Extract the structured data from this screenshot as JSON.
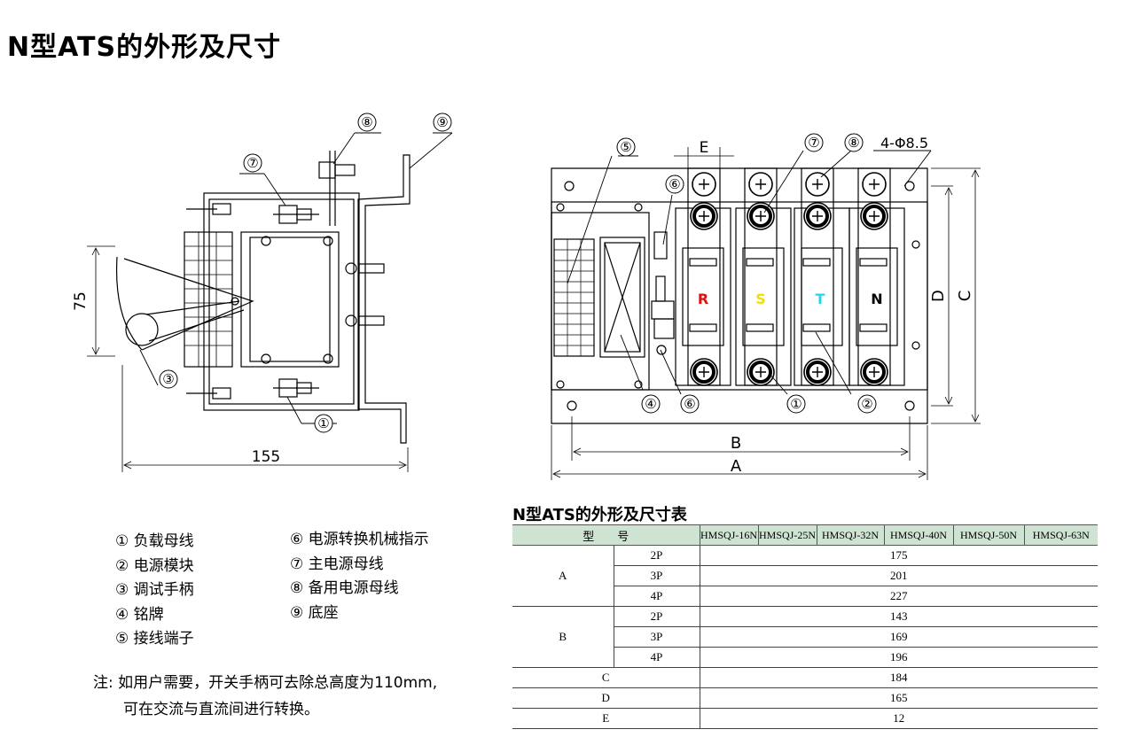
{
  "page_title": "N型ATS的外形及尺寸",
  "side_view": {
    "callouts": [
      "⑧",
      "⑨",
      "⑦",
      "③",
      "①"
    ],
    "dim_height": "75",
    "dim_width": "155"
  },
  "front_view": {
    "callouts_top": [
      "⑤",
      "⑦",
      "⑧",
      "⑥"
    ],
    "hole_label": "4-Φ8.5",
    "dim_e": "E",
    "dim_d": "D",
    "dim_c": "C",
    "dim_b": "B",
    "dim_a": "A",
    "poles": [
      {
        "label": "R",
        "color": "#e01010"
      },
      {
        "label": "S",
        "color": "#f0e000"
      },
      {
        "label": "T",
        "color": "#20d8f0"
      },
      {
        "label": "N",
        "color": "#000000"
      }
    ],
    "callouts_bottom": [
      "④",
      "⑥",
      "①",
      "②"
    ]
  },
  "legend": {
    "col1": [
      "① 负载母线",
      "② 电源模块",
      "③ 调试手柄",
      "④ 铭牌",
      "⑤ 接线端子"
    ],
    "col2": [
      "⑥ 电源转换机械指示",
      "⑦ 主电源母线",
      "⑧ 备用电源母线",
      "⑨ 底座"
    ]
  },
  "note": {
    "line1": "注: 如用户需要，开关手柄可去除总高度为110mm,",
    "line2": "可在交流与直流间进行转换。"
  },
  "table": {
    "title": "N型ATS的外形及尺寸表",
    "header_label": "型　　号",
    "models": [
      "HMSQJ-16N",
      "HMSQJ-25N",
      "HMSQJ-32N",
      "HMSQJ-40N",
      "HMSQJ-50N",
      "HMSQJ-63N"
    ],
    "rows": [
      {
        "group": "A",
        "sub": "2P",
        "value": "175"
      },
      {
        "group": "",
        "sub": "3P",
        "value": "201"
      },
      {
        "group": "",
        "sub": "4P",
        "value": "227"
      },
      {
        "group": "B",
        "sub": "2P",
        "value": "143"
      },
      {
        "group": "",
        "sub": "3P",
        "value": "169"
      },
      {
        "group": "",
        "sub": "4P",
        "value": "196"
      },
      {
        "group": "C",
        "sub": "",
        "value": "184"
      },
      {
        "group": "D",
        "sub": "",
        "value": "165"
      },
      {
        "group": "E",
        "sub": "",
        "value": "12"
      }
    ]
  }
}
